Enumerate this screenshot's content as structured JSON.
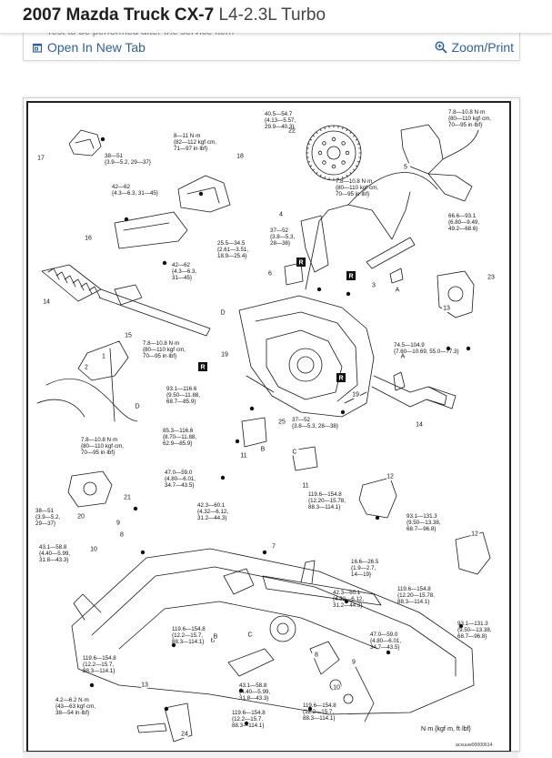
{
  "page": {
    "title_bold": "2007 Mazda Truck CX-7",
    "title_light": "L4-2.3L Turbo",
    "clipped_text": "* Test to be performed after the service item"
  },
  "toolbar": {
    "open_label": "Open In New Tab",
    "zoom_label": "Zoom/Print"
  },
  "diagram": {
    "units_note": "N·m {kgf·m, ft·lbf}",
    "code": "acxuuw00000614",
    "callout_letters": [
      "A",
      "B",
      "C",
      "D"
    ],
    "reinstall_mark": "R",
    "annotations": [
      {
        "id": "a1",
        "lines": [
          "8—11 N·m",
          "{82—112 kgf·cm,",
          "71—97 in·lbf}"
        ]
      },
      {
        "id": "a2",
        "lines": [
          "40.5—54.7",
          "{4.13—5.57,",
          "29.9—40.3}"
        ]
      },
      {
        "id": "a3",
        "lines": [
          "7.8—10.8 N·m",
          "{80—110 kgf·cm,",
          "70—95 in·lbf}"
        ]
      },
      {
        "id": "a4",
        "lines": [
          "38—51",
          "{3.9—5.2, 29—37}"
        ]
      },
      {
        "id": "a5",
        "lines": [
          "42—62",
          "{4.3—6.3, 31—45}"
        ]
      },
      {
        "id": "a6",
        "lines": [
          "7.8—10.8 N·m",
          "{80—110 kgf·cm,",
          "70—95 in·lbf}"
        ]
      },
      {
        "id": "a7",
        "lines": [
          "25.5—34.5",
          "{2.61—3.51,",
          "18.9—25.4}"
        ]
      },
      {
        "id": "a8",
        "lines": [
          "37—52",
          "{3.8—5.3,",
          "28—38}"
        ]
      },
      {
        "id": "a9",
        "lines": [
          "66.6—93.1",
          "{6.80—9.49,",
          "49.2—68.6}"
        ]
      },
      {
        "id": "a10",
        "lines": [
          "42—62",
          "{4.3—6.3,",
          "31—45}"
        ]
      },
      {
        "id": "a11",
        "lines": [
          "74.5—104.9",
          "{7.60—10.69, 55.0—77.3}"
        ]
      },
      {
        "id": "a12",
        "lines": [
          "7.8—10.8 N·m",
          "{80—110 kgf·cm,",
          "70—95 in·lbf}"
        ]
      },
      {
        "id": "a13",
        "lines": [
          "93.1—116.6",
          "{9.50—11.88,",
          "68.7—85.9}"
        ]
      },
      {
        "id": "a14",
        "lines": [
          "37—52",
          "{3.8—5.3, 28—38}"
        ]
      },
      {
        "id": "a15",
        "lines": [
          "85.3—116.6",
          "{8.70—11.88,",
          "62.9—85.9}"
        ]
      },
      {
        "id": "a16",
        "lines": [
          "7.8—10.8 N·m",
          "{80—110 kgf·cm,",
          "70—95 in·lbf}"
        ]
      },
      {
        "id": "a17",
        "lines": [
          "47.0—59.0",
          "{4.80—6.01,",
          "34.7—43.5}"
        ]
      },
      {
        "id": "a18",
        "lines": [
          "38—51",
          "{3.9—5.2,",
          "29—37}"
        ]
      },
      {
        "id": "a19",
        "lines": [
          "42.3—60.1",
          "{4.32—6.12,",
          "31.2—44.3}"
        ]
      },
      {
        "id": "a20",
        "lines": [
          "119.6—154.8",
          "{12.20—15.78,",
          "88.3—114.1}"
        ]
      },
      {
        "id": "a21",
        "lines": [
          "93.1—131.3",
          "{9.50—13.38,",
          "68.7—96.8}"
        ]
      },
      {
        "id": "a22",
        "lines": [
          "43.1—58.8",
          "{4.40—5.99,",
          "31.8—43.3}"
        ]
      },
      {
        "id": "a23",
        "lines": [
          "16.6—26.5",
          "{1.9—2.7,",
          "14—19}"
        ]
      },
      {
        "id": "a24",
        "lines": [
          "119.6—154.8",
          "{12.20—15.78,",
          "88.3—114.1}"
        ]
      },
      {
        "id": "a25",
        "lines": [
          "42.3—60.1",
          "{4.32—6.12,",
          "31.2—44.3}"
        ]
      },
      {
        "id": "a26",
        "lines": [
          "93.1—131.3",
          "{9.50—13.38,",
          "68.7—96.8}"
        ]
      },
      {
        "id": "a27",
        "lines": [
          "119.6—154.8",
          "{12.2—15.7,",
          "88.3—114.1}"
        ]
      },
      {
        "id": "a28",
        "lines": [
          "47.0—59.0",
          "{4.80—6.01,",
          "34.7—43.5}"
        ]
      },
      {
        "id": "a29",
        "lines": [
          "119.6—154.8",
          "{12.2—15.7,",
          "88.3—114.1}"
        ]
      },
      {
        "id": "a30",
        "lines": [
          "4.2—6.2 N·m",
          "{43—63 kgf·cm,",
          "38—54 in·lbf}"
        ]
      },
      {
        "id": "a31",
        "lines": [
          "43.1—58.8",
          "{4.40—5.99,",
          "31.8—43.3}"
        ]
      },
      {
        "id": "a32",
        "lines": [
          "119.6—154.8",
          "{12.2—15.7,",
          "88.3—114.1}"
        ]
      },
      {
        "id": "a33",
        "lines": [
          "119.6—154.8",
          "{12.2—15.7,",
          "88.3—114.1}"
        ]
      }
    ]
  },
  "colors": {
    "link": "#2e5fa3",
    "frame": "#222222",
    "line_art": "#1a1a1a"
  },
  "icons": {
    "open": "external-window-icon",
    "zoom": "magnifier-plus-icon"
  }
}
